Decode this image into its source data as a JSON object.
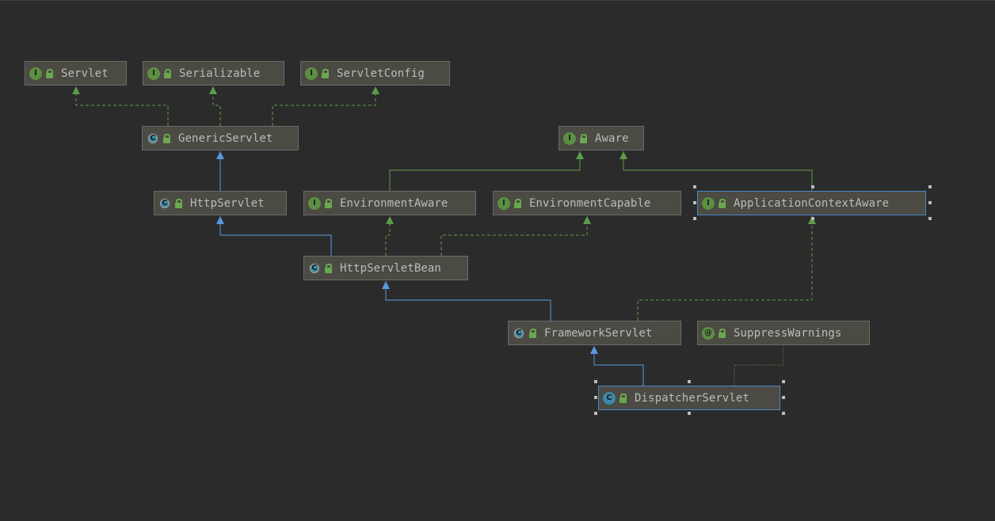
{
  "colors": {
    "background": "#2b2b2b",
    "node_fill": "#4b4a43",
    "node_border": "#6a6a6a",
    "selected_border": "#4a88c7",
    "extends_edge": "#5a98e0",
    "implements_edge": "#5c9c4a",
    "annotation_edge": "#6a9a50",
    "interface_icon": "#5c8f42",
    "class_icon": "#3d8aa6",
    "label_text": "#bbbbbb"
  },
  "nodes": [
    {
      "id": "servlet",
      "label": "Servlet",
      "kind": "interface",
      "icon_letter": "I",
      "icon": "interface-icon"
    },
    {
      "id": "serializable",
      "label": "Serializable",
      "kind": "interface",
      "icon_letter": "I",
      "icon": "interface-icon"
    },
    {
      "id": "servletconfig",
      "label": "ServletConfig",
      "kind": "interface",
      "icon_letter": "I",
      "icon": "interface-icon"
    },
    {
      "id": "genericservlet",
      "label": "GenericServlet",
      "kind": "abstract-class",
      "icon_letter": "C",
      "icon": "abstract-class-icon"
    },
    {
      "id": "aware",
      "label": "Aware",
      "kind": "interface",
      "icon_letter": "I",
      "icon": "interface-icon"
    },
    {
      "id": "httpservlet",
      "label": "HttpServlet",
      "kind": "abstract-class",
      "icon_letter": "C",
      "icon": "abstract-class-icon"
    },
    {
      "id": "environmentaware",
      "label": "EnvironmentAware",
      "kind": "interface",
      "icon_letter": "I",
      "icon": "interface-icon"
    },
    {
      "id": "environmentcapable",
      "label": "EnvironmentCapable",
      "kind": "interface",
      "icon_letter": "I",
      "icon": "interface-icon"
    },
    {
      "id": "applicationcontextaware",
      "label": "ApplicationContextAware",
      "kind": "interface",
      "icon_letter": "I",
      "icon": "interface-icon",
      "selected": true
    },
    {
      "id": "httpservletbean",
      "label": "HttpServletBean",
      "kind": "abstract-class",
      "icon_letter": "C",
      "icon": "abstract-class-icon"
    },
    {
      "id": "frameworkservlet",
      "label": "FrameworkServlet",
      "kind": "abstract-class",
      "icon_letter": "C",
      "icon": "abstract-class-icon"
    },
    {
      "id": "suppresswarnings",
      "label": "SuppressWarnings",
      "kind": "annotation",
      "icon_letter": "@",
      "icon": "annotation-icon"
    },
    {
      "id": "dispatcherservlet",
      "label": "DispatcherServlet",
      "kind": "class",
      "icon_letter": "C",
      "icon": "class-icon",
      "selected": true
    }
  ],
  "edges": [
    {
      "from": "genericservlet",
      "to": "servlet",
      "relation": "implements"
    },
    {
      "from": "genericservlet",
      "to": "serializable",
      "relation": "implements"
    },
    {
      "from": "genericservlet",
      "to": "servletconfig",
      "relation": "implements"
    },
    {
      "from": "httpservlet",
      "to": "genericservlet",
      "relation": "extends"
    },
    {
      "from": "environmentaware",
      "to": "aware",
      "relation": "extends"
    },
    {
      "from": "applicationcontextaware",
      "to": "aware",
      "relation": "extends"
    },
    {
      "from": "httpservletbean",
      "to": "httpservlet",
      "relation": "extends"
    },
    {
      "from": "httpservletbean",
      "to": "environmentaware",
      "relation": "implements"
    },
    {
      "from": "httpservletbean",
      "to": "environmentcapable",
      "relation": "implements"
    },
    {
      "from": "frameworkservlet",
      "to": "httpservletbean",
      "relation": "extends"
    },
    {
      "from": "frameworkservlet",
      "to": "applicationcontextaware",
      "relation": "implements"
    },
    {
      "from": "dispatcherservlet",
      "to": "frameworkservlet",
      "relation": "extends"
    },
    {
      "from": "dispatcherservlet",
      "to": "suppresswarnings",
      "relation": "annotated-with"
    }
  ]
}
